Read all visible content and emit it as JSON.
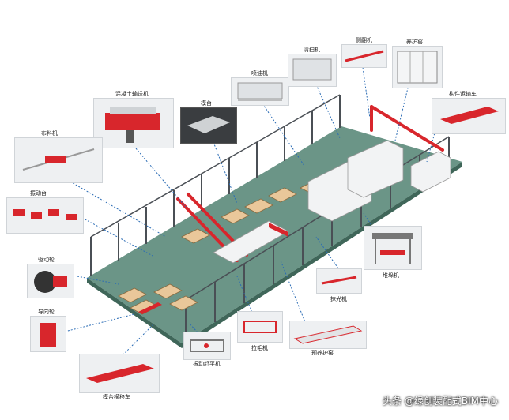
{
  "labels": {
    "concrete_distributor": "混凝土输送机",
    "spray_oil": "喷油机",
    "cleaning": "清扫机",
    "tilting": "侧翻机",
    "curing_kiln": "养护窑",
    "component_transport": "构件运输车",
    "mold_table": "模台",
    "distributor": "布料机",
    "vibration_table": "振动台",
    "driving_wheel": "驱动轮",
    "guide_wheel": "导向轮",
    "stacker": "堆垛机",
    "trowel": "抹光机",
    "pull_roller": "拉毛机",
    "vibrating_leveler": "振动赶平机",
    "pre_curing": "预养护窑",
    "mold_traverse": "模台横移车"
  },
  "watermark": "头条 @绿创装配式BIM中心",
  "colors": {
    "accent": "#d8262c",
    "floor": "#5b8a7a",
    "steel": "#4a4f55",
    "leader": "#2b6cb5"
  }
}
